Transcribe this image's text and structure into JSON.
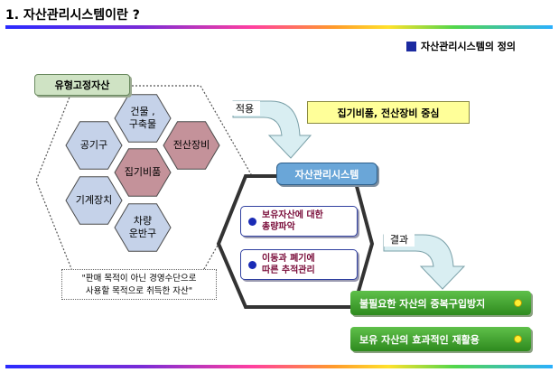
{
  "page_title": "1. 자산관리시스템이란 ?",
  "section_title": "자산관리시스템의 정의",
  "diagram": {
    "asset_tag": "유형고정자산",
    "hexagons": [
      {
        "id": "building",
        "label_lines": [
          "건물 ,",
          "구축물"
        ],
        "color": "#c5d2e9"
      },
      {
        "id": "tools",
        "label_lines": [
          "공기구"
        ],
        "color": "#c5d2e9"
      },
      {
        "id": "computer",
        "label_lines": [
          "전산장비"
        ],
        "color": "#c4929a"
      },
      {
        "id": "fixtures",
        "label_lines": [
          "집기비품"
        ],
        "color": "#c4929a"
      },
      {
        "id": "machinery",
        "label_lines": [
          "기계장치"
        ],
        "color": "#c5d2e9"
      },
      {
        "id": "vehicle",
        "label_lines": [
          "차량",
          "운반구"
        ],
        "color": "#c5d2e9"
      }
    ],
    "note_lines": [
      "\"판매 목적이 아닌 경영수단으로",
      "사용할 목적으로 취득한 자산\""
    ],
    "apply_label": "적용",
    "focus_label": "집기비품, 전산장비 중심",
    "system_label": "자산관리시스템",
    "bullets": [
      {
        "line1": "보유자산에 대한",
        "line2": "총량파악"
      },
      {
        "line1": "이동과 폐기에",
        "line2": "따른 추적관리"
      }
    ],
    "result_label": "결과",
    "results": [
      "불필요한 자산의 중복구입방지",
      "보유 자산의 효과적인 재활용"
    ]
  }
}
